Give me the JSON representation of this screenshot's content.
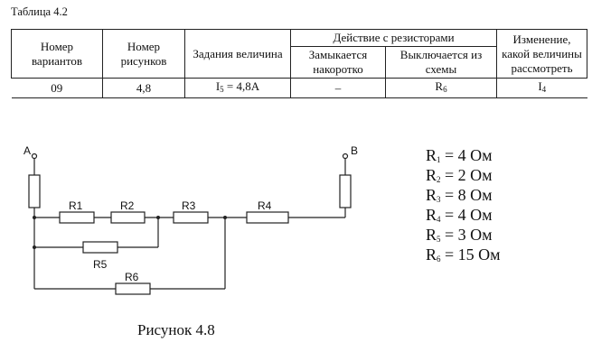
{
  "table_caption": "Таблица 4.2",
  "table": {
    "headers": {
      "variant": "Номер вариантов",
      "figure": "Номер рисунков",
      "given": "Задания величина",
      "resistor_action": "Действие с резисторами",
      "shorted": "Замыкается накоротко",
      "removed": "Выключается из схемы",
      "change": "Изменение, какой величины рассмотреть"
    },
    "row": {
      "variant": "09",
      "figure": "4,8",
      "given_var": "I",
      "given_sub": "5",
      "given_value": " = 4,8А",
      "shorted": "–",
      "removed_var": "R",
      "removed_sub": "6",
      "change_var": "I",
      "change_sub": "4"
    }
  },
  "circuit": {
    "terminal_a": "A",
    "terminal_b": "B",
    "labels": {
      "r1": "R1",
      "r2": "R2",
      "r3": "R3",
      "r4": "R4",
      "r5": "R5",
      "r6": "R6"
    }
  },
  "resistors": [
    {
      "sym": "R",
      "sub": "1",
      "val": " = 4 Ом"
    },
    {
      "sym": "R",
      "sub": "2",
      "val": " = 2 Ом"
    },
    {
      "sym": "R",
      "sub": "3",
      "val": " = 8 Ом"
    },
    {
      "sym": "R",
      "sub": "4",
      "val": " = 4 Ом"
    },
    {
      "sym": "R",
      "sub": "5",
      "val": " = 3 Ом"
    },
    {
      "sym": "R",
      "sub": "6",
      "val": " = 15 Ом"
    }
  ],
  "figure_caption": "Рисунок  4.8"
}
